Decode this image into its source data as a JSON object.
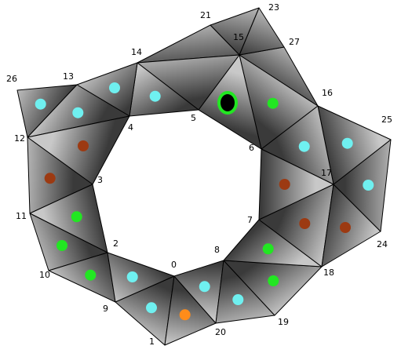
{
  "diagram": {
    "vertices": [
      {
        "id": "0",
        "label": "0"
      },
      {
        "id": "1",
        "label": "1"
      },
      {
        "id": "2",
        "label": "2"
      },
      {
        "id": "3",
        "label": "3"
      },
      {
        "id": "4",
        "label": "4"
      },
      {
        "id": "5",
        "label": "5"
      },
      {
        "id": "6",
        "label": "6"
      },
      {
        "id": "7",
        "label": "7"
      },
      {
        "id": "8",
        "label": "8"
      },
      {
        "id": "9",
        "label": "9"
      },
      {
        "id": "10",
        "label": "10"
      },
      {
        "id": "11",
        "label": "11"
      },
      {
        "id": "12",
        "label": "12"
      },
      {
        "id": "13",
        "label": "13"
      },
      {
        "id": "14",
        "label": "14"
      },
      {
        "id": "15",
        "label": "15"
      },
      {
        "id": "16",
        "label": "16"
      },
      {
        "id": "17",
        "label": "17"
      },
      {
        "id": "18",
        "label": "18"
      },
      {
        "id": "19",
        "label": "19"
      },
      {
        "id": "20",
        "label": "20"
      },
      {
        "id": "21",
        "label": "21"
      },
      {
        "id": "23",
        "label": "23"
      },
      {
        "id": "24",
        "label": "24"
      },
      {
        "id": "25",
        "label": "25"
      },
      {
        "id": "26",
        "label": "26"
      },
      {
        "id": "27",
        "label": "27"
      }
    ],
    "colors": {
      "cyan": "#6ff0f0",
      "green": "#22e622",
      "brown": "#9c3a12",
      "orange": "#ff8c1a",
      "selected_fill": "#000000",
      "selected_ring": "#22e622",
      "edge": "#000000",
      "face_dark": "#3a3a3a",
      "face_light": "#c8c8c8"
    },
    "faces": [
      {
        "v": [
          "0",
          "1",
          "9"
        ],
        "marker": "cyan"
      },
      {
        "v": [
          "0",
          "1",
          "20"
        ],
        "marker": "orange"
      },
      {
        "v": [
          "0",
          "8",
          "20"
        ],
        "marker": "cyan"
      },
      {
        "v": [
          "8",
          "19",
          "20"
        ],
        "marker": "cyan"
      },
      {
        "v": [
          "8",
          "18",
          "19"
        ],
        "marker": "green"
      },
      {
        "v": [
          "7",
          "8",
          "18"
        ],
        "marker": "green"
      },
      {
        "v": [
          "7",
          "17",
          "18"
        ],
        "marker": "brown"
      },
      {
        "v": [
          "17",
          "18",
          "24"
        ],
        "marker": "brown"
      },
      {
        "v": [
          "17",
          "24",
          "25"
        ],
        "marker": "cyan"
      },
      {
        "v": [
          "16",
          "17",
          "25"
        ],
        "marker": "cyan"
      },
      {
        "v": [
          "6",
          "16",
          "17"
        ],
        "marker": "cyan"
      },
      {
        "v": [
          "6",
          "7",
          "17"
        ],
        "marker": "brown"
      },
      {
        "v": [
          "6",
          "15",
          "16"
        ],
        "marker": "green"
      },
      {
        "v": [
          "15",
          "16",
          "27"
        ],
        "marker": "none"
      },
      {
        "v": [
          "15",
          "23",
          "27"
        ],
        "marker": "none"
      },
      {
        "v": [
          "15",
          "21",
          "23"
        ],
        "marker": "none"
      },
      {
        "v": [
          "14",
          "15",
          "21"
        ],
        "marker": "none"
      },
      {
        "v": [
          "5",
          "6",
          "15"
        ],
        "marker": "selected"
      },
      {
        "v": [
          "5",
          "14",
          "15"
        ],
        "marker": "none"
      },
      {
        "v": [
          "4",
          "5",
          "14"
        ],
        "marker": "cyan"
      },
      {
        "v": [
          "4",
          "13",
          "14"
        ],
        "marker": "cyan"
      },
      {
        "v": [
          "4",
          "12",
          "13"
        ],
        "marker": "cyan"
      },
      {
        "v": [
          "12",
          "13",
          "26"
        ],
        "marker": "cyan"
      },
      {
        "v": [
          "3",
          "4",
          "12"
        ],
        "marker": "brown"
      },
      {
        "v": [
          "3",
          "11",
          "12"
        ],
        "marker": "brown"
      },
      {
        "v": [
          "2",
          "3",
          "11"
        ],
        "marker": "green"
      },
      {
        "v": [
          "2",
          "10",
          "11"
        ],
        "marker": "green"
      },
      {
        "v": [
          "2",
          "9",
          "10"
        ],
        "marker": "green"
      },
      {
        "v": [
          "0",
          "2",
          "9"
        ],
        "marker": "cyan"
      }
    ]
  }
}
